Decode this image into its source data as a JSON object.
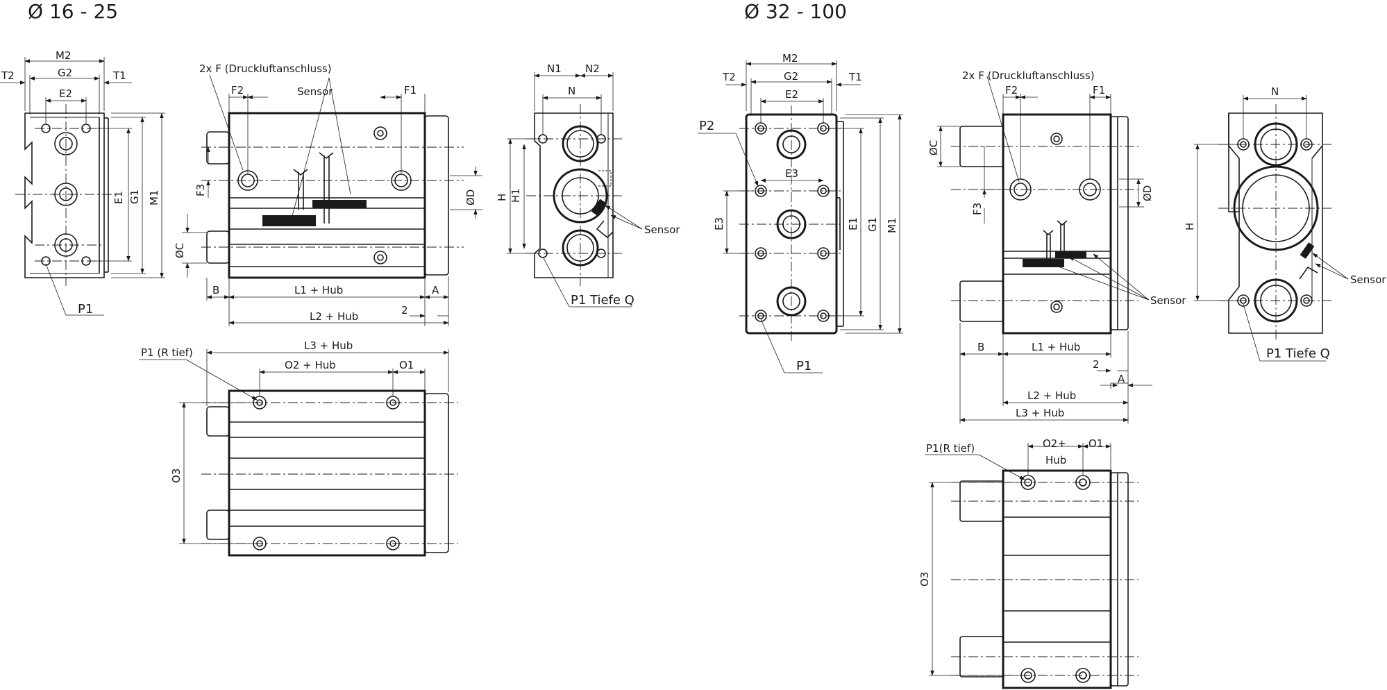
{
  "titles": {
    "left": "Ø 16 - 25",
    "right": "Ø 32 - 100"
  },
  "labels": {
    "M2": "M2",
    "G2": "G2",
    "E2": "E2",
    "T1": "T1",
    "T2": "T2",
    "E1": "E1",
    "G1": "G1",
    "M1": "M1",
    "E3": "E3",
    "P1": "P1",
    "P2": "P2",
    "F1": "F1",
    "F2": "F2",
    "F3": "F3",
    "port": "2x F (Druckluftanschluss)",
    "sensor": "Sensor",
    "C": "ØC",
    "D": "ØD",
    "B": "B",
    "A": "A",
    "two": "2",
    "L1": "L1 + Hub",
    "L2": "L2 + Hub",
    "L3": "L3 + Hub",
    "N": "N",
    "N1": "N1",
    "N2": "N2",
    "H": "H",
    "H1": "H1",
    "P1_depth_Q": "P1 Tiefe Q",
    "P1_depth_R": "P1 (R tief)",
    "P1_depth_R_right": "P1(R tief)",
    "O1": "O1",
    "O2": "O2 + Hub",
    "O2_plus": "O2+",
    "Hub": "Hub",
    "O3": "O3"
  }
}
